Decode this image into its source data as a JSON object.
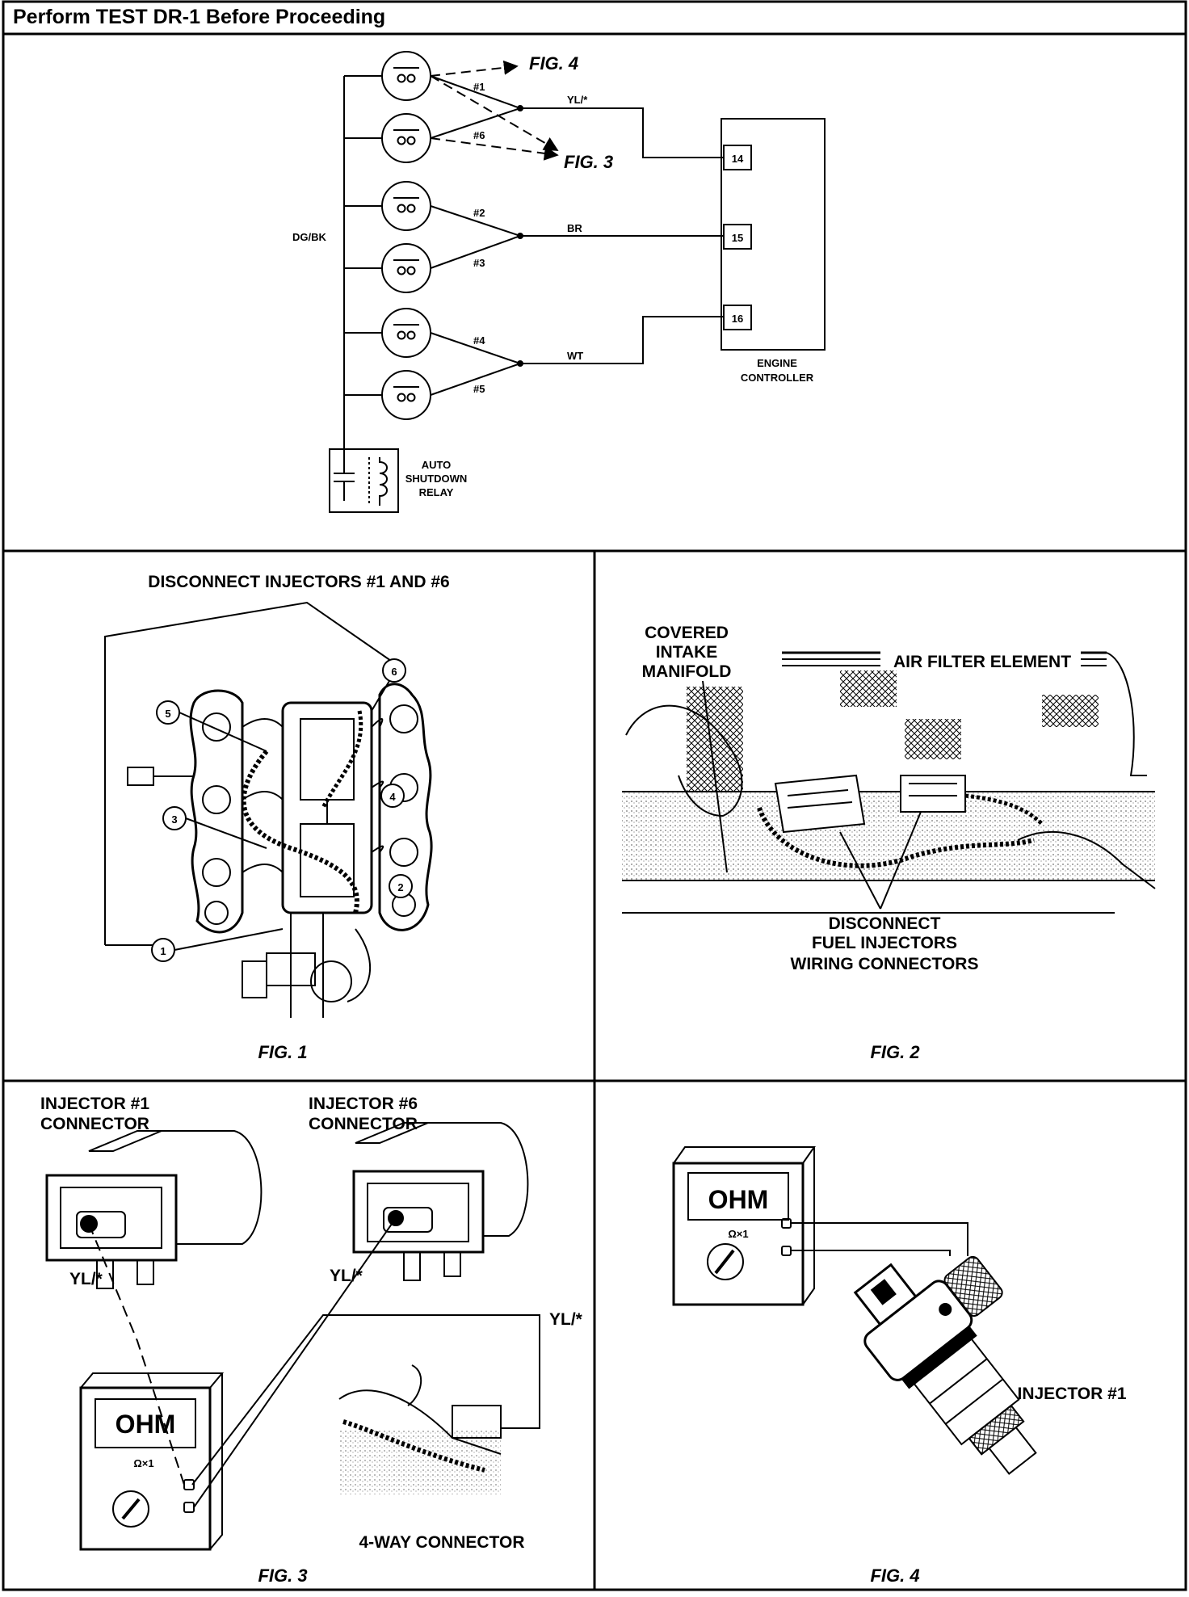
{
  "header": {
    "title": "Perform TEST DR-1 Before Proceeding"
  },
  "schematic": {
    "injector_labels": [
      "#1",
      "#6",
      "#2",
      "#3",
      "#4",
      "#5"
    ],
    "wire_supply": "DG/BK",
    "wire_a": "YL/*",
    "wire_b": "BR",
    "wire_c": "WT",
    "pins": [
      "14",
      "15",
      "16"
    ],
    "controller_label": [
      "ENGINE",
      "CONTROLLER"
    ],
    "relay_label": [
      "AUTO",
      "SHUTDOWN",
      "RELAY"
    ],
    "ref_fig4": "FIG. 4",
    "ref_fig3": "FIG. 3"
  },
  "fig1": {
    "title": "DISCONNECT INJECTORS #1 AND #6",
    "callouts": [
      "1",
      "2",
      "3",
      "4",
      "5",
      "6"
    ],
    "caption": "FIG. 1"
  },
  "fig2": {
    "label_manifold": [
      "COVERED",
      "INTAKE",
      "MANIFOLD"
    ],
    "label_filter": "AIR FILTER ELEMENT",
    "label_disconnect": [
      "DISCONNECT",
      "FUEL INJECTORS",
      "WIRING CONNECTORS"
    ],
    "caption": "FIG. 2"
  },
  "fig3": {
    "injector1": [
      "INJECTOR #1",
      "CONNECTOR"
    ],
    "injector6": [
      "INJECTOR #6",
      "CONNECTOR"
    ],
    "wire_left": "YL/*",
    "wire_mid": "YL/*",
    "wire_right": "YL/*",
    "meter_display": "OHM",
    "meter_range": "Ω×1",
    "four_way": "4-WAY CONNECTOR",
    "caption": "FIG. 3"
  },
  "fig4": {
    "meter_display": "OHM",
    "meter_range": "Ω×1",
    "injector_label": "INJECTOR #1",
    "caption": "FIG. 4"
  }
}
